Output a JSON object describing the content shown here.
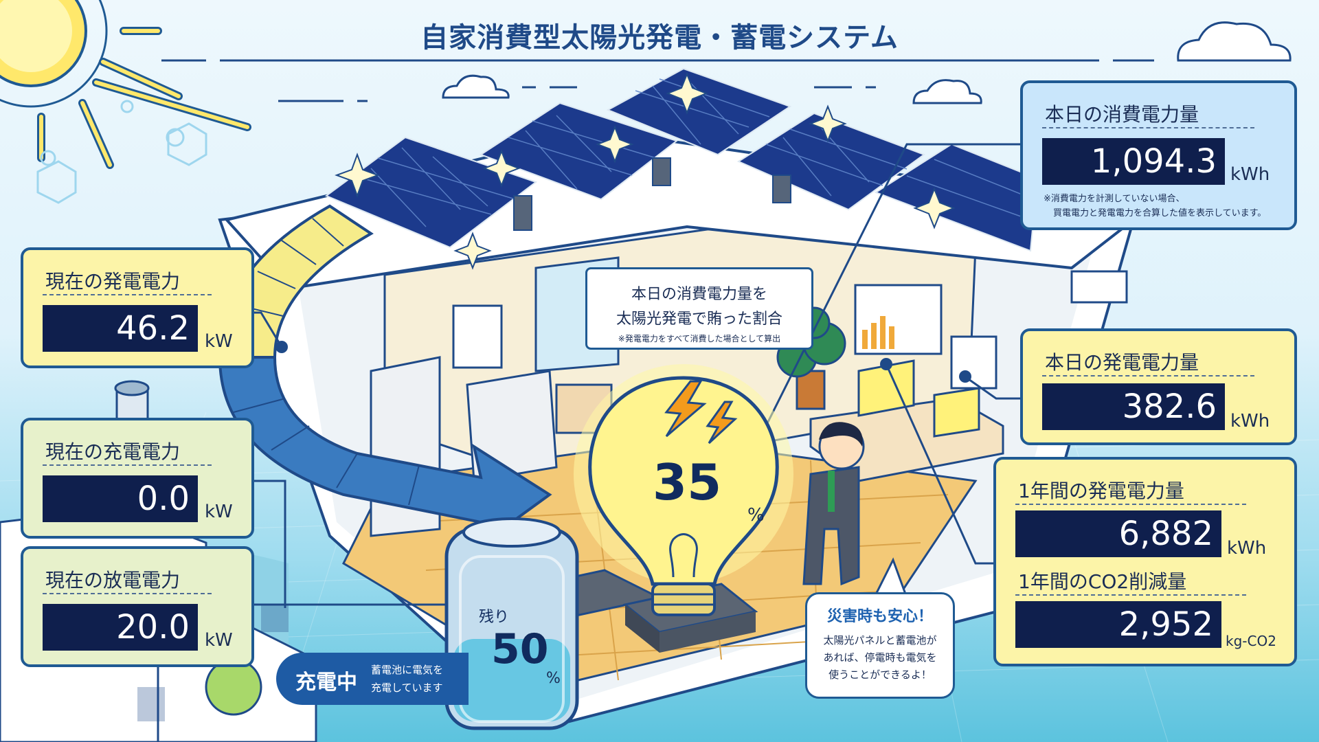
{
  "title": "自家消費型太陽光発電・蓄電システム",
  "colors": {
    "navy": "#0f1f4d",
    "panel_border": "#1f5a93",
    "yellow_panel": "#fcf4a8",
    "green_panel": "#e7f1cb",
    "blue_panel": "#c9e6fb"
  },
  "left_panels": [
    {
      "label": "現在の発電電力",
      "value": "46.2",
      "unit": "kW"
    },
    {
      "label": "現在の充電電力",
      "value": "0.0",
      "unit": "kW"
    },
    {
      "label": "現在の放電電力",
      "value": "20.0",
      "unit": "kW"
    }
  ],
  "consumption": {
    "label": "本日の消費電力量",
    "value": "1,094.3",
    "unit": "kWh",
    "note_line1": "※消費電力を計測していない場合、",
    "note_line2": "買電電力と発電電力を合算した値を表示しています。"
  },
  "generation_today": {
    "label": "本日の発電電力量",
    "value": "382.6",
    "unit": "kWh"
  },
  "annual": {
    "gen_label": "1年間の発電電力量",
    "gen_value": "6,882",
    "gen_unit": "kWh",
    "co2_label": "1年間のCO2削減量",
    "co2_value": "2,952",
    "co2_unit": "kg-CO2"
  },
  "ratio_callout": {
    "line1": "本日の消費電力量を",
    "line2": "太陽光発電で賄った割合",
    "note": "※発電電力をすべて消費した場合として算出"
  },
  "bulb": {
    "value": "35",
    "unit": "%",
    "level": 0.35
  },
  "battery": {
    "label": "残り",
    "value": "50",
    "unit": "%",
    "level": 0.5
  },
  "charging": {
    "status": "充電中",
    "desc_line1": "蓄電池に電気を",
    "desc_line2": "充電しています"
  },
  "safety": {
    "title": "災害時も安心！",
    "line1": "太陽光パネルと蓄電池が",
    "line2": "あれば、停電時も電気を",
    "line3": "使うことができるよ！"
  },
  "icons": [
    "sun-icon",
    "cloud-icon",
    "solar-panel-icon",
    "sparkle-icon",
    "lightning-icon",
    "light-bulb-icon",
    "battery-icon",
    "plant-icon",
    "monitor-icon",
    "person-icon",
    "arrow-icon"
  ]
}
